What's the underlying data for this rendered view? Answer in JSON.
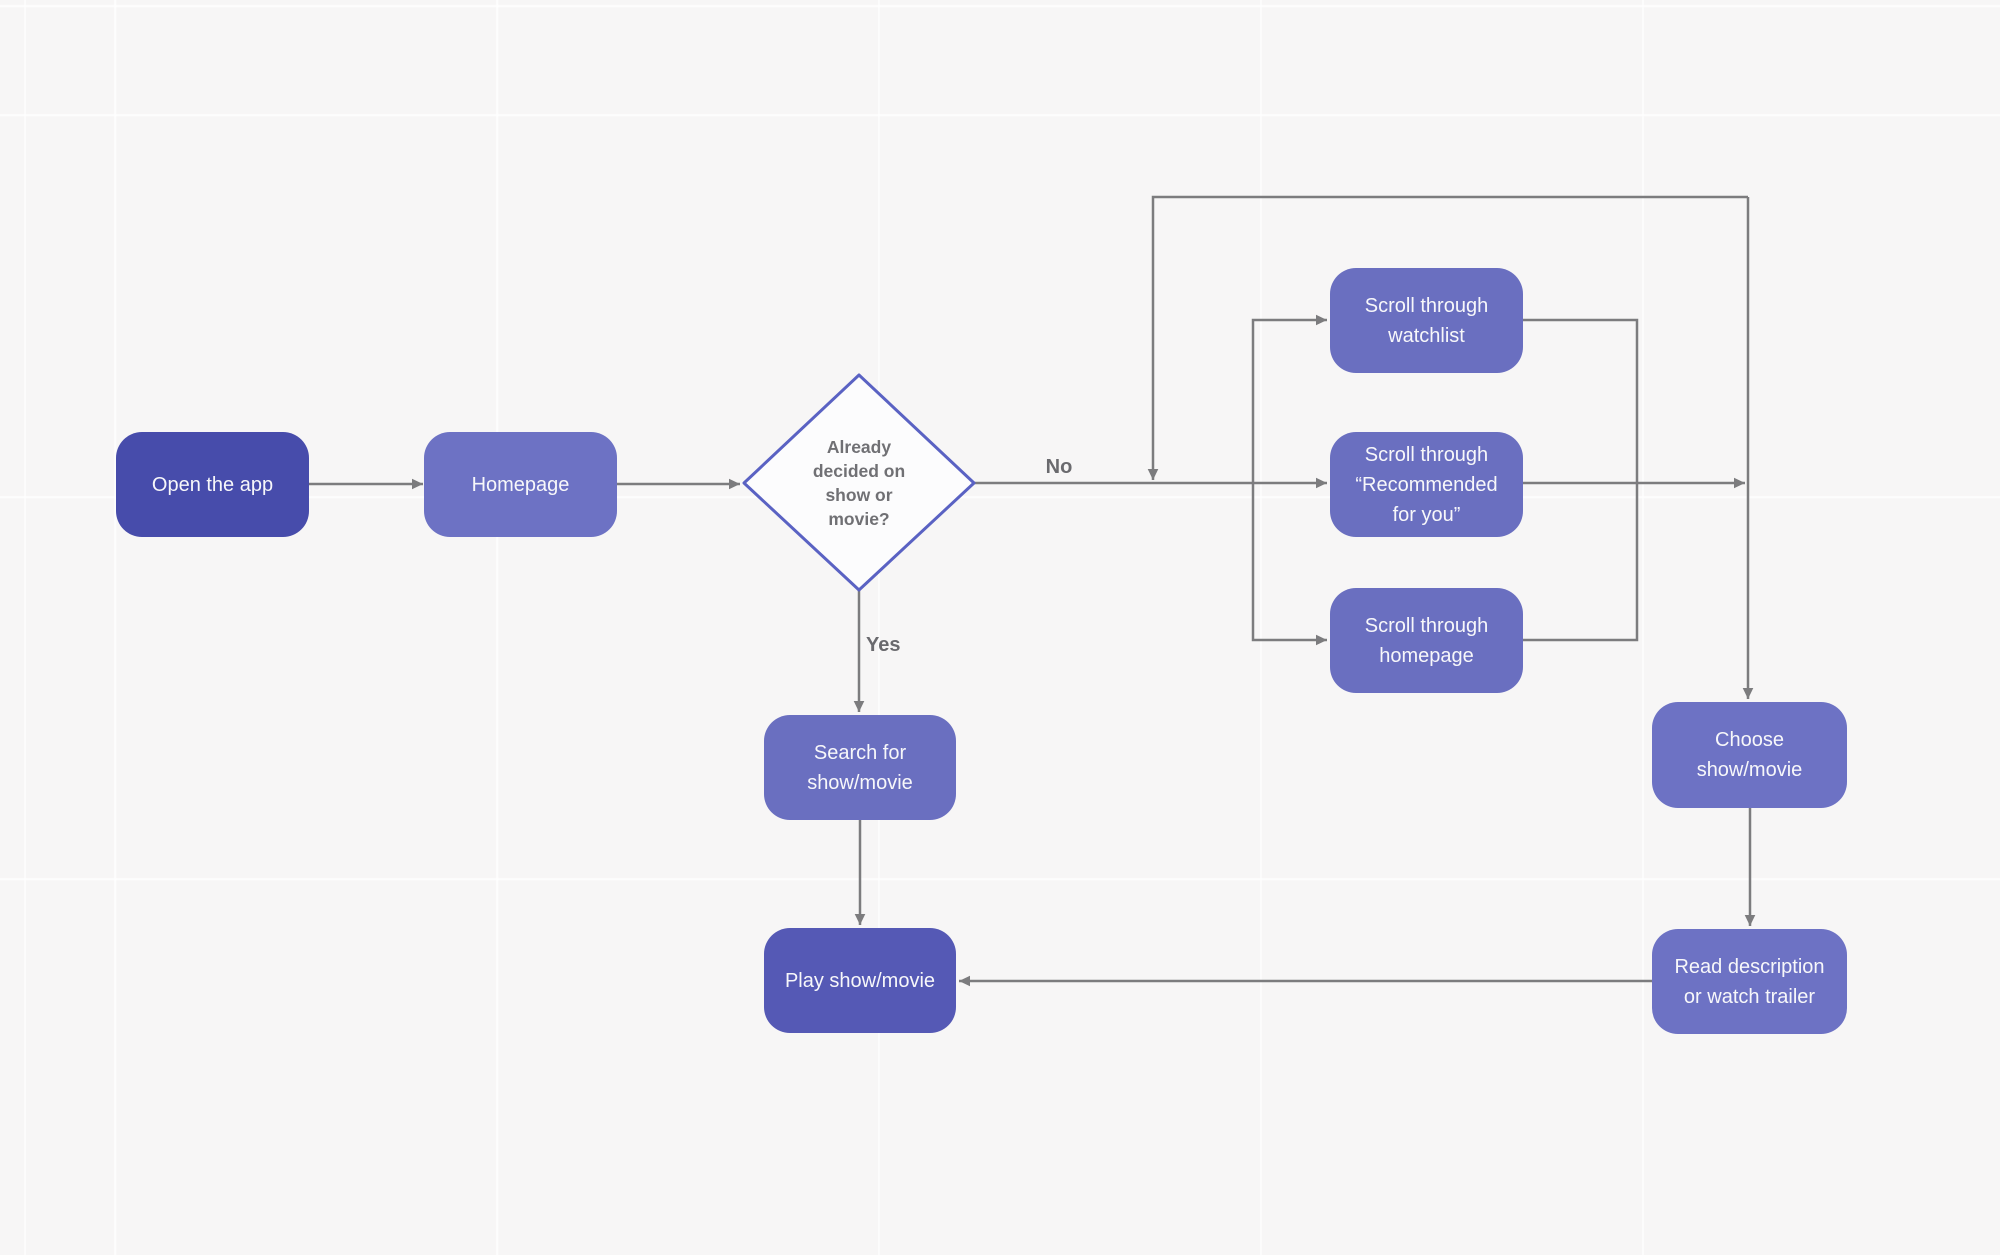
{
  "diagram": {
    "title_hint": "Streaming app show/movie selection flowchart"
  },
  "nodes": {
    "open": {
      "label": "Open the app"
    },
    "homepage": {
      "label": "Homepage"
    },
    "decision": {
      "label": "Already\ndecided on\nshow or\nmovie?"
    },
    "watchlist": {
      "label": "Scroll through\nwatchlist"
    },
    "recommended": {
      "label": "Scroll through\n“Recommended\nfor you”"
    },
    "scroll_homepage": {
      "label": "Scroll through\nhomepage"
    },
    "choose": {
      "label": "Choose\nshow/movie"
    },
    "search": {
      "label": "Search for\nshow/movie"
    },
    "play": {
      "label": "Play show/movie"
    },
    "read": {
      "label": "Read description\nor watch trailer"
    }
  },
  "edge_labels": {
    "no": "No",
    "yes": "Yes"
  },
  "palette": {
    "canvas_background": "#F7F6F6",
    "node_dark": "#474CAB",
    "node_medium": "#5559B5",
    "node_light": "#6D72C4",
    "node_scroll": "#6A6FC0",
    "diamond_fill": "#FCFCFD",
    "diamond_border": "#5A62C3",
    "connector": "#7C7C7E",
    "edge_label_text": "#6A6A6E",
    "node_text": "#F7F7FA",
    "decision_text": "#707074"
  }
}
